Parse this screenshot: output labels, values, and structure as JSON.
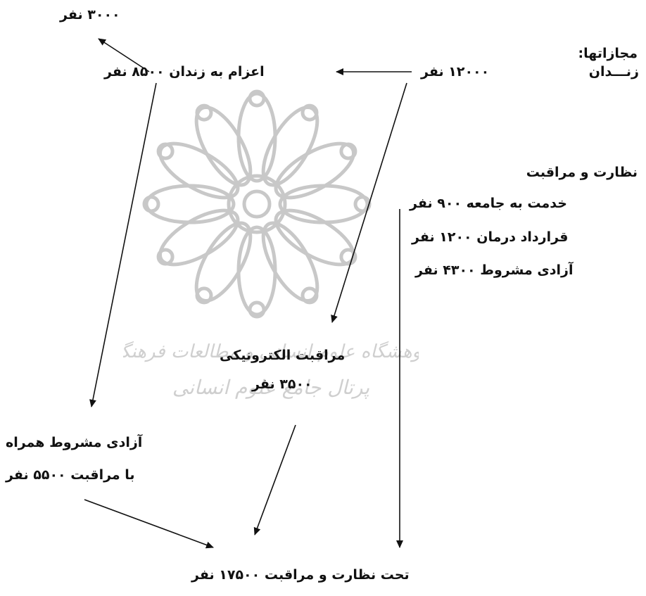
{
  "watermark": {
    "lines": [
      "پژوهشگاه علوم انسانی و مطالعات فرهنگی",
      "پرتال جامع علوم انسانی"
    ],
    "color": "#cfcfcf"
  },
  "labels": {
    "header": "مجازاتها:",
    "prison_row_label": "زنـــدان",
    "prison_count": "۱۲۰۰۰ نفر",
    "sent_to_prison": "اعزام به زندان ۸۵۰۰ نفر",
    "top_left": "۳۰۰۰ نفر",
    "supervision_title": "نظارت و مراقبت",
    "community_service": "خدمت به جامعه ۹۰۰ نفر",
    "treatment_contract": "قرارداد درمان ۱۲۰۰ نفر",
    "parole": "آزادی مشروط ۴۳۰۰ نفر",
    "electronic_title": "مراقبت الکترونیکی",
    "electronic_count": "۳۵۰۰ نفر",
    "parole_with_supervision_line1": "آزادی مشروط همراه",
    "parole_with_supervision_line2": "با مراقبت ۵۵۰۰ نفر",
    "total": "تحت نظارت و مراقبت ۱۷۵۰۰ نفر"
  },
  "arrow_color": "#111111"
}
